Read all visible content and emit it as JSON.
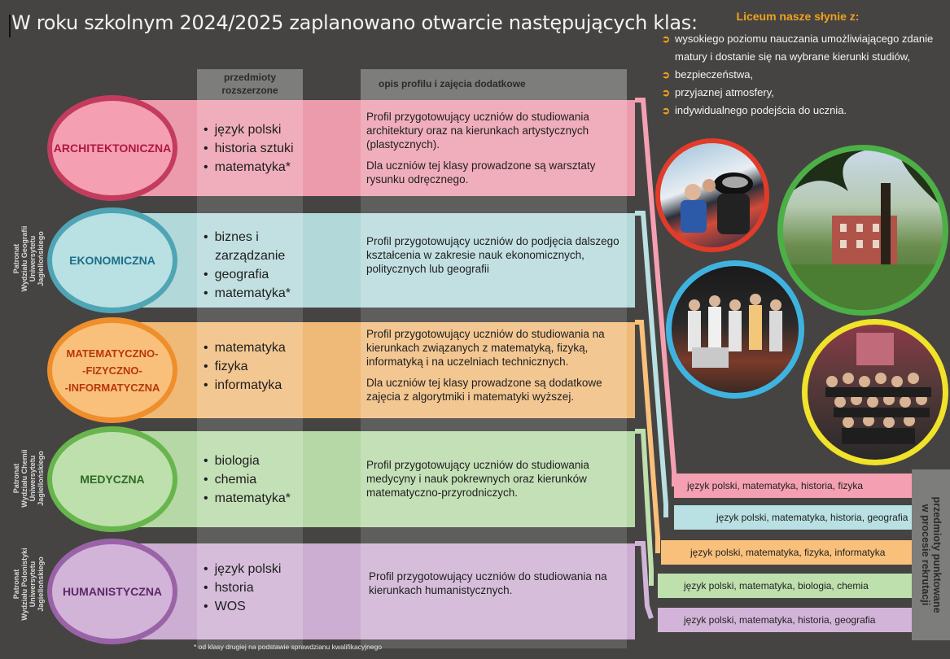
{
  "header": {
    "title": "W roku szkolnym 2024/2025 zaplanowano otwarcie następujących klas:"
  },
  "columns": {
    "subjects": "przedmioty rozszerzone",
    "description": "opis profilu i zajęcia dodatkowe"
  },
  "classes": [
    {
      "name": "ARCHITEKTONICZNA",
      "color": "#f4a0b2",
      "ring": "#c33c5e",
      "text_color": "#b0173f",
      "subjects": [
        "język polski",
        "historia sztuki",
        "matematyka*"
      ],
      "description": [
        "Profil przygotowujący uczniów do studiowania architektury oraz na kierunkach artystycznych (plastycznych).",
        "Dla uczniów tej klasy prowadzone są warsztaty rysunku odręcznego."
      ]
    },
    {
      "name": "EKONOMICZNA",
      "color": "#b9e0e2",
      "ring": "#4fa5b4",
      "text_color": "#1e6f8a",
      "subjects": [
        "biznes i zarządzanie",
        "geografia",
        "matematyka*"
      ],
      "description": [
        "Profil przygotowujący uczniów do podjęcia dalszego kształcenia w zakresie nauk ekonomicznych, politycznych lub geografii"
      ]
    },
    {
      "name": "MATEMATYCZNO-\n-FIZYCZNO-\n-INFORMATYCZNA",
      "color": "#f9c07b",
      "ring": "#ee8f2c",
      "text_color": "#b8360e",
      "subjects": [
        "matematyka",
        "fizyka",
        "informatyka"
      ],
      "description": [
        "Profil przygotowujący uczniów do studiowania na kierunkach związanych z matematyką, fizyką, informatyką i na uczelniach technicznych.",
        "Dla uczniów tej klasy prowadzone są dodatkowe zajęcia z algorytmiki i matematyki wyższej."
      ]
    },
    {
      "name": "MEDYCZNA",
      "color": "#bde0ac",
      "ring": "#68b54d",
      "text_color": "#2f6a26",
      "subjects": [
        "biologia",
        "chemia",
        "matematyka*"
      ],
      "description": [
        "Profil przygotowujący uczniów do studiowania medycyny i nauk pokrewnych oraz kierunków matematyczno-przyrodniczych."
      ]
    },
    {
      "name": "HUMANISTYCZNA",
      "color": "#d3b4d9",
      "ring": "#9a63a8",
      "text_color": "#5a2a67",
      "subjects": [
        "język  polski",
        "hstoria",
        "WOS"
      ],
      "description": [
        "Profil przygotowujący uczniów do studiowania na kierunkach humanistycznych."
      ]
    }
  ],
  "patrons": [
    "Patronat\nWydziału Geografii\nUniwersytetu\nJagiellońskiego",
    "Patronat\nWydziału Chemii\nUniwersytetu\nJagiellońskiego",
    "Patronat\nWydziału Polonistyki\nUniwersytetu\nJagiellońskiego"
  ],
  "scoring": {
    "label": "przedmioty punktowane\nw procesie rekrutacji",
    "rows": [
      "język polski, matematyka, historia, fizyka",
      "język  polski, matematyka, historia, geografia",
      "język polski, matematyka, fizyka, informatyka",
      "język  polski, matematyka, biologia, chemia",
      "język  polski, matematyka, historia, geografia"
    ]
  },
  "footnote": "* od klasy drugiej na podstawie sprawdzianu kwalifikacyjnego",
  "fame": {
    "title": "Liceum nasze słynie z:",
    "items": [
      "wysokiego poziomu nauczania umożliwiającego zdanie matury i dostanie się na wybrane kierunki studiów,",
      "bezpieczeństwa,",
      "przyjaznej atmosfery,",
      "indywidualnego podejścia do ucznia."
    ]
  },
  "photos": [
    {
      "subject": "ski-trip-photo",
      "ring": "#e23b2a"
    },
    {
      "subject": "school-park-photo",
      "ring": "#4cb046"
    },
    {
      "subject": "theatre-photo",
      "ring": "#3fb3e0"
    },
    {
      "subject": "group-photo",
      "ring": "#f1e22a"
    }
  ]
}
